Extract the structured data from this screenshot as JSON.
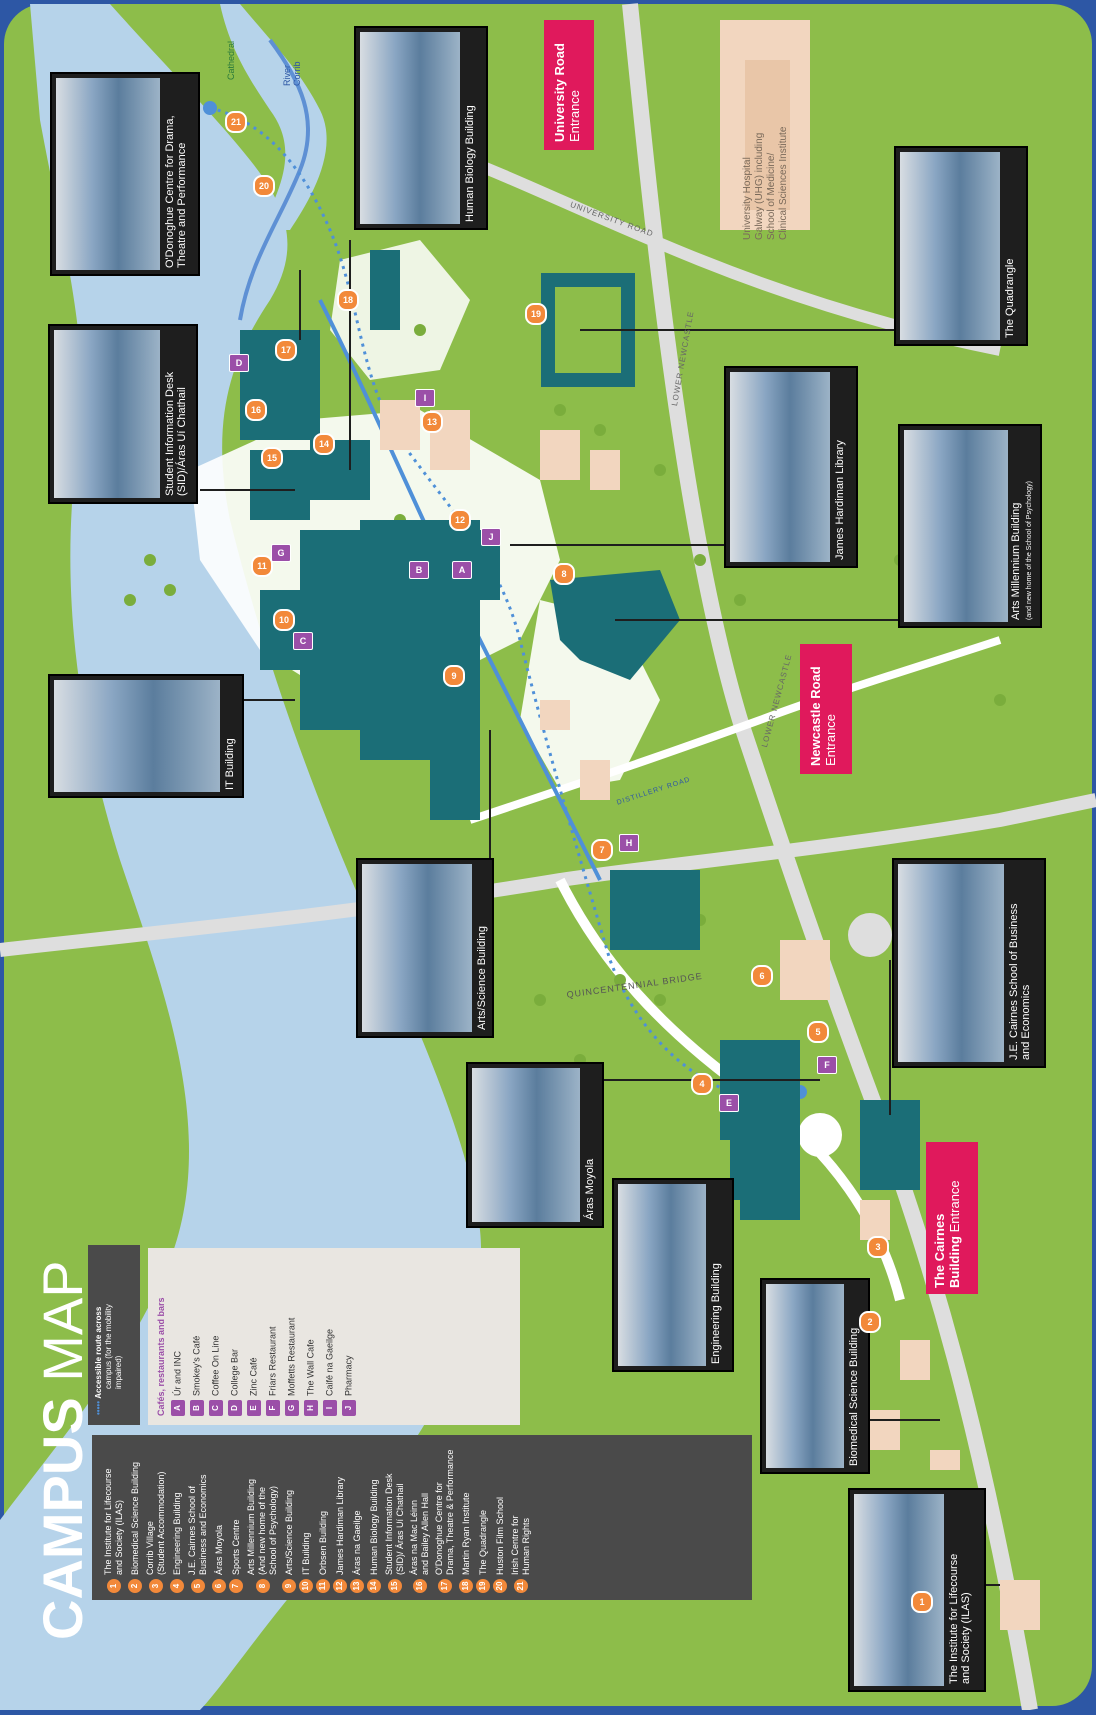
{
  "title": {
    "bold": "CAMPUS",
    "light": "MAP"
  },
  "colors": {
    "frame": "#2d57a5",
    "grass": "#8dbd4a",
    "river": "#b6d3ea",
    "road": "#dedede",
    "building": "#1b6e77",
    "marker": "#f2893a",
    "cafe": "#9b4fa8",
    "entrance": "#e0195c",
    "path": "#4f90d8"
  },
  "accessible_route": {
    "line1": "Accessible route across",
    "line2": "campus (for the mobility",
    "line3": "impaired)"
  },
  "cafes_heading": "Cafés, restaurants and bars",
  "cafes": [
    {
      "code": "A",
      "name": "Úr and INC"
    },
    {
      "code": "B",
      "name": "Smokey's Café"
    },
    {
      "code": "C",
      "name": "Coffee On Line"
    },
    {
      "code": "D",
      "name": "College Bar"
    },
    {
      "code": "E",
      "name": "Zinc Café"
    },
    {
      "code": "F",
      "name": "Friars Restaurant"
    },
    {
      "code": "G",
      "name": "Moffetts Restaurant"
    },
    {
      "code": "H",
      "name": "The Wall Cafe"
    },
    {
      "code": "I",
      "name": "Caifé na Gaeilge"
    },
    {
      "code": "J",
      "name": "Pharmacy"
    }
  ],
  "buildings": [
    {
      "n": "1",
      "l1": "The Institute for Lifecourse",
      "l2": "and Society (ILAS)"
    },
    {
      "n": "2",
      "l1": "Biomedical Science Building",
      "l2": ""
    },
    {
      "n": "3",
      "l1": "Corrib Village",
      "l2": "(Student Accommodation)"
    },
    {
      "n": "4",
      "l1": "Engineering Building",
      "l2": ""
    },
    {
      "n": "5",
      "l1": "J.E. Cairnes School of",
      "l2": "Business and Economics"
    },
    {
      "n": "6",
      "l1": "Áras Moyola",
      "l2": ""
    },
    {
      "n": "7",
      "l1": "Sports Centre",
      "l2": ""
    },
    {
      "n": "8",
      "l1": "Arts Millennium Building",
      "l2": "(And new home of the",
      "l3": "School of Psychology)"
    },
    {
      "n": "9",
      "l1": "Arts/Science Building",
      "l2": ""
    },
    {
      "n": "10",
      "l1": "IT Building",
      "l2": ""
    },
    {
      "n": "11",
      "l1": "Orbsen Building",
      "l2": ""
    },
    {
      "n": "12",
      "l1": "James Hardiman Library",
      "l2": ""
    },
    {
      "n": "13",
      "l1": "Áras na Gaeilge",
      "l2": ""
    },
    {
      "n": "14",
      "l1": "Human Biology Building",
      "l2": ""
    },
    {
      "n": "15",
      "l1": "Student Information Desk",
      "l2": "(SID)/ Áras Uí Chathail"
    },
    {
      "n": "16",
      "l1": "Áras na Mac Léinn",
      "l2": "and Bailey Allen Hall"
    },
    {
      "n": "17",
      "l1": "O'Donoghue Centre for",
      "l2": "Drama, Theatre & Performance"
    },
    {
      "n": "18",
      "l1": "Martin Ryan Institute",
      "l2": ""
    },
    {
      "n": "19",
      "l1": "The Quadrangle",
      "l2": ""
    },
    {
      "n": "20",
      "l1": "Huston Film School",
      "l2": ""
    },
    {
      "n": "21",
      "l1": "Irish Centre for",
      "l2": "Human Rights"
    }
  ],
  "callouts": {
    "ilas": "The Institute for Lifecourse\nand Society (ILAS)",
    "biomedical": "Biomedical Science Building",
    "engineering": "Engineering Building",
    "moyola": "Áras Moyola",
    "arts_science": "Arts/Science Building",
    "it": "IT Building",
    "sid": "Student Information Desk\n(SID)/Áras Uí Chathail",
    "odonoghue": "O'Donoghue Centre for Drama,\nTheatre and Performance",
    "human_biology": "Human Biology Building",
    "quadrangle": "The Quadrangle",
    "hardiman": "James Hardiman Library",
    "arts_millennium": "Arts Millennium Building",
    "arts_millennium_sub": "(and new home of the School of Psychology)",
    "cairnes": "J.E. Cairnes School of Business\nand Economics"
  },
  "entrances": {
    "university": {
      "bold": "University Road",
      "sub": "Entrance"
    },
    "newcastle": {
      "bold": "Newcastle Road",
      "sub": "Entrance"
    },
    "cairnes": {
      "bold1": "The Cairnes",
      "bold2": "Building",
      "sub": "Entrance"
    }
  },
  "roads": {
    "university_road": "UNIVERSITY ROAD",
    "lower_newcastle": "LOWER NEWCASTLE",
    "distillery": "DISTILLERY ROAD",
    "bridge": "QUINCENTENNIAL BRIDGE"
  },
  "places": {
    "cathedral": "Cathedral",
    "river": "River\nCorrib",
    "hospital": "University Hospital\nGalway (UHG) including\nSchool of Medicine/\nClinical Sciences Institute"
  }
}
